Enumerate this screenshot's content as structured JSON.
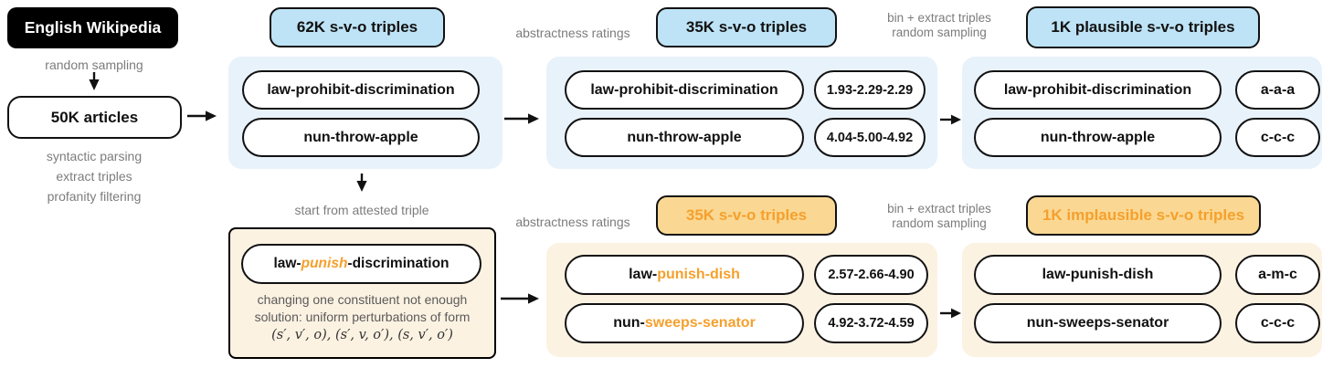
{
  "colors": {
    "blue_badge": "#bee3f6",
    "blue_panel": "#e8f2fb",
    "orange_badge": "#fad893",
    "orange_panel": "#fcf2e2",
    "orange_text": "#f5a02d",
    "gray_label": "#7c7c7c",
    "node_border": "#111111"
  },
  "icons": {
    "arrow_right": "→",
    "arrow_down": "↓"
  },
  "source": {
    "title": "English Wikipedia",
    "step_label": "random sampling",
    "articles": "50K articles",
    "process_lines": [
      "syntactic parsing",
      "extract triples",
      "profanity filtering"
    ]
  },
  "top_row": {
    "stage_62k": {
      "badge": "62K s-v-o triples",
      "triples": [
        "law-prohibit-discrimination",
        "nun-throw-apple"
      ]
    },
    "abstractness_label": "abstractness ratings",
    "stage_35k": {
      "badge": "35K s-v-o triples",
      "rows": [
        {
          "triple": "law-prohibit-discrimination",
          "rating": "1.93-2.29-2.29"
        },
        {
          "triple": "nun-throw-apple",
          "rating": "4.04-5.00-4.92"
        }
      ]
    },
    "bin_label_line1": "bin + extract triples",
    "bin_label_line2": "random sampling",
    "stage_1k": {
      "badge": "1K plausible s-v-o triples",
      "rows": [
        {
          "triple": "law-prohibit-discrimination",
          "bins": "a-a-a"
        },
        {
          "triple": "nun-throw-apple",
          "bins": "c-c-c"
        }
      ]
    }
  },
  "bottom_row": {
    "start_label": "start from attested triple",
    "perturbation_box": {
      "prefix": "law-",
      "highlight": "punish",
      "suffix": "-discrimination",
      "note1": "changing one constituent not enough",
      "note2": "solution: uniform perturbations of form",
      "note3": "(s′, v′, o), (s′, v, o′), (s, v′, o′)"
    },
    "abstractness_label": "abstractness ratings",
    "stage_35k": {
      "badge": "35K s-v-o triples",
      "rows": [
        {
          "prefix": "law-",
          "highlight": "punish-dish",
          "rating": "2.57-2.66-4.90"
        },
        {
          "prefix": "nun-",
          "highlight": "sweeps-senator",
          "rating": "4.92-3.72-4.59"
        }
      ]
    },
    "bin_label_line1": "bin + extract triples",
    "bin_label_line2": "random sampling",
    "stage_1k": {
      "badge": "1K implausible s-v-o triples",
      "rows": [
        {
          "triple": "law-punish-dish",
          "bins": "a-m-c"
        },
        {
          "triple": "nun-sweeps-senator",
          "bins": "c-c-c"
        }
      ]
    }
  }
}
